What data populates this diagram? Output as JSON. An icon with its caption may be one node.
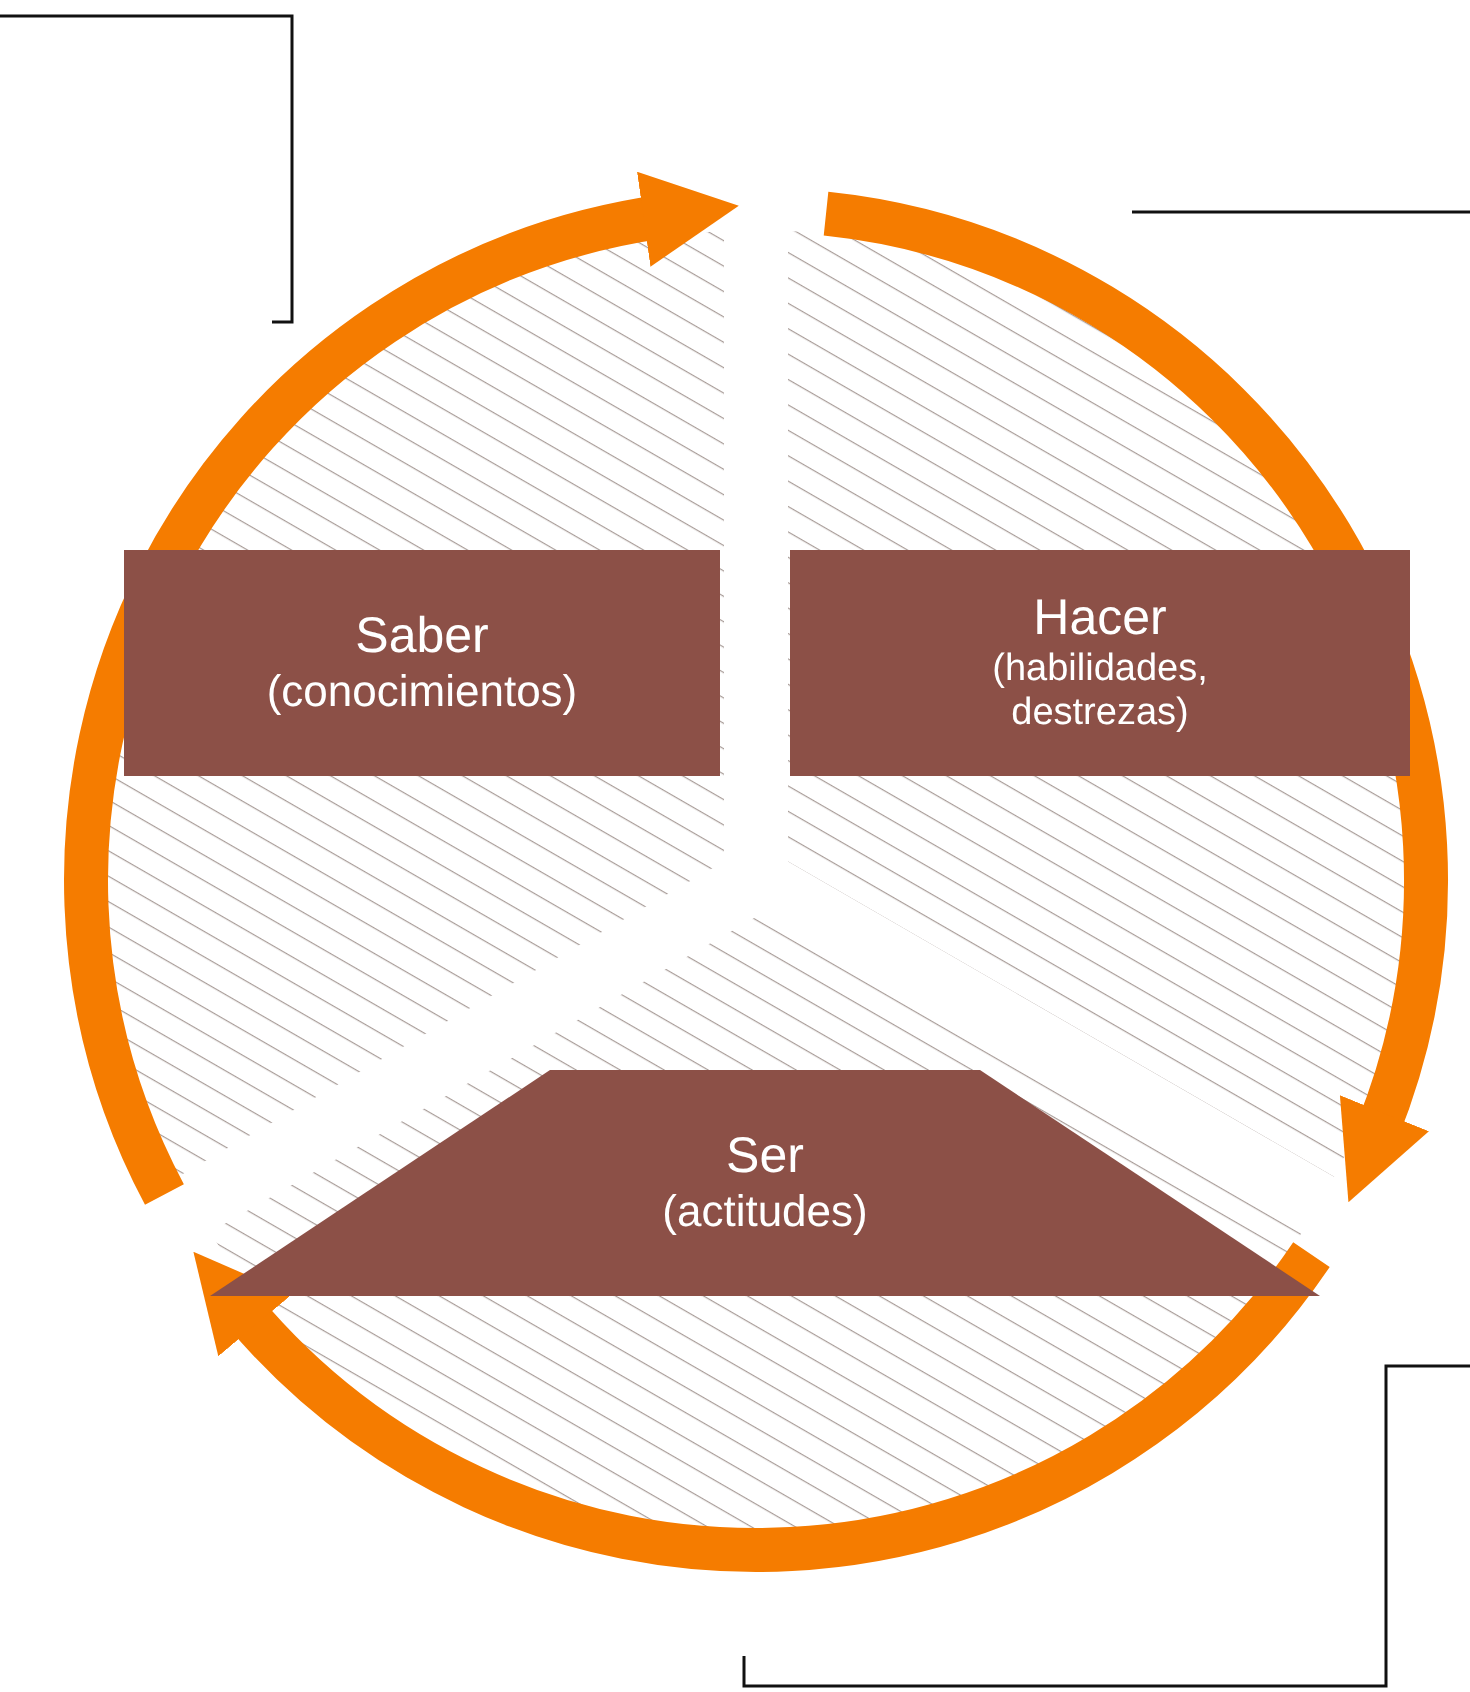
{
  "diagram": {
    "nodes": [
      {
        "text": [
          "Saber",
          "(conocimientos)"
        ]
      },
      {
        "text": [
          "Hacer",
          "(habilidades, destrezas)"
        ]
      },
      {
        "text": [
          "Ser",
          "(actitudes)"
        ]
      }
    ]
  }
}
